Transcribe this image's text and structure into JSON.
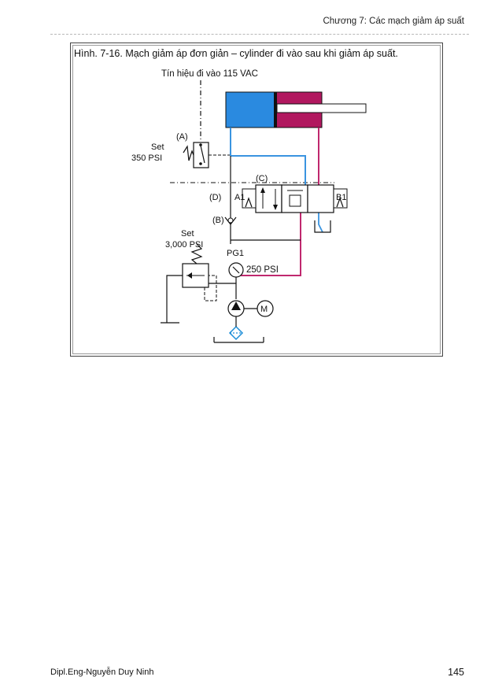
{
  "header": {
    "chapter_title": "Chương 7: Các mạch giảm áp suất"
  },
  "figure": {
    "caption": "Hình. 7-16. Mạch giảm áp đơn giản – cylinder đi vào sau khi giảm áp suất.",
    "labels": {
      "signal": "Tín hiệu đi vào 115 VAC",
      "A": "(A)",
      "set1_line1": "Set",
      "set1_line2": "350 PSI",
      "C": "(C)",
      "D": "(D)",
      "A1": "A1",
      "B1": "B1",
      "B": "(B)",
      "set2_line1": "Set",
      "set2_line2": "3,000 PSI",
      "PG1": "PG1",
      "pg_value": "250 PSI",
      "motor": "M"
    },
    "colors": {
      "cylinder_cap": "#2a8ae0",
      "cylinder_rod": "#b1185f",
      "line_blue": "#3a94e0",
      "line_red": "#c0286e",
      "filter": "#1d8ed8"
    }
  },
  "footer": {
    "author": "Dipl.Eng-Nguyễn Duy Ninh",
    "page_number": "145"
  }
}
